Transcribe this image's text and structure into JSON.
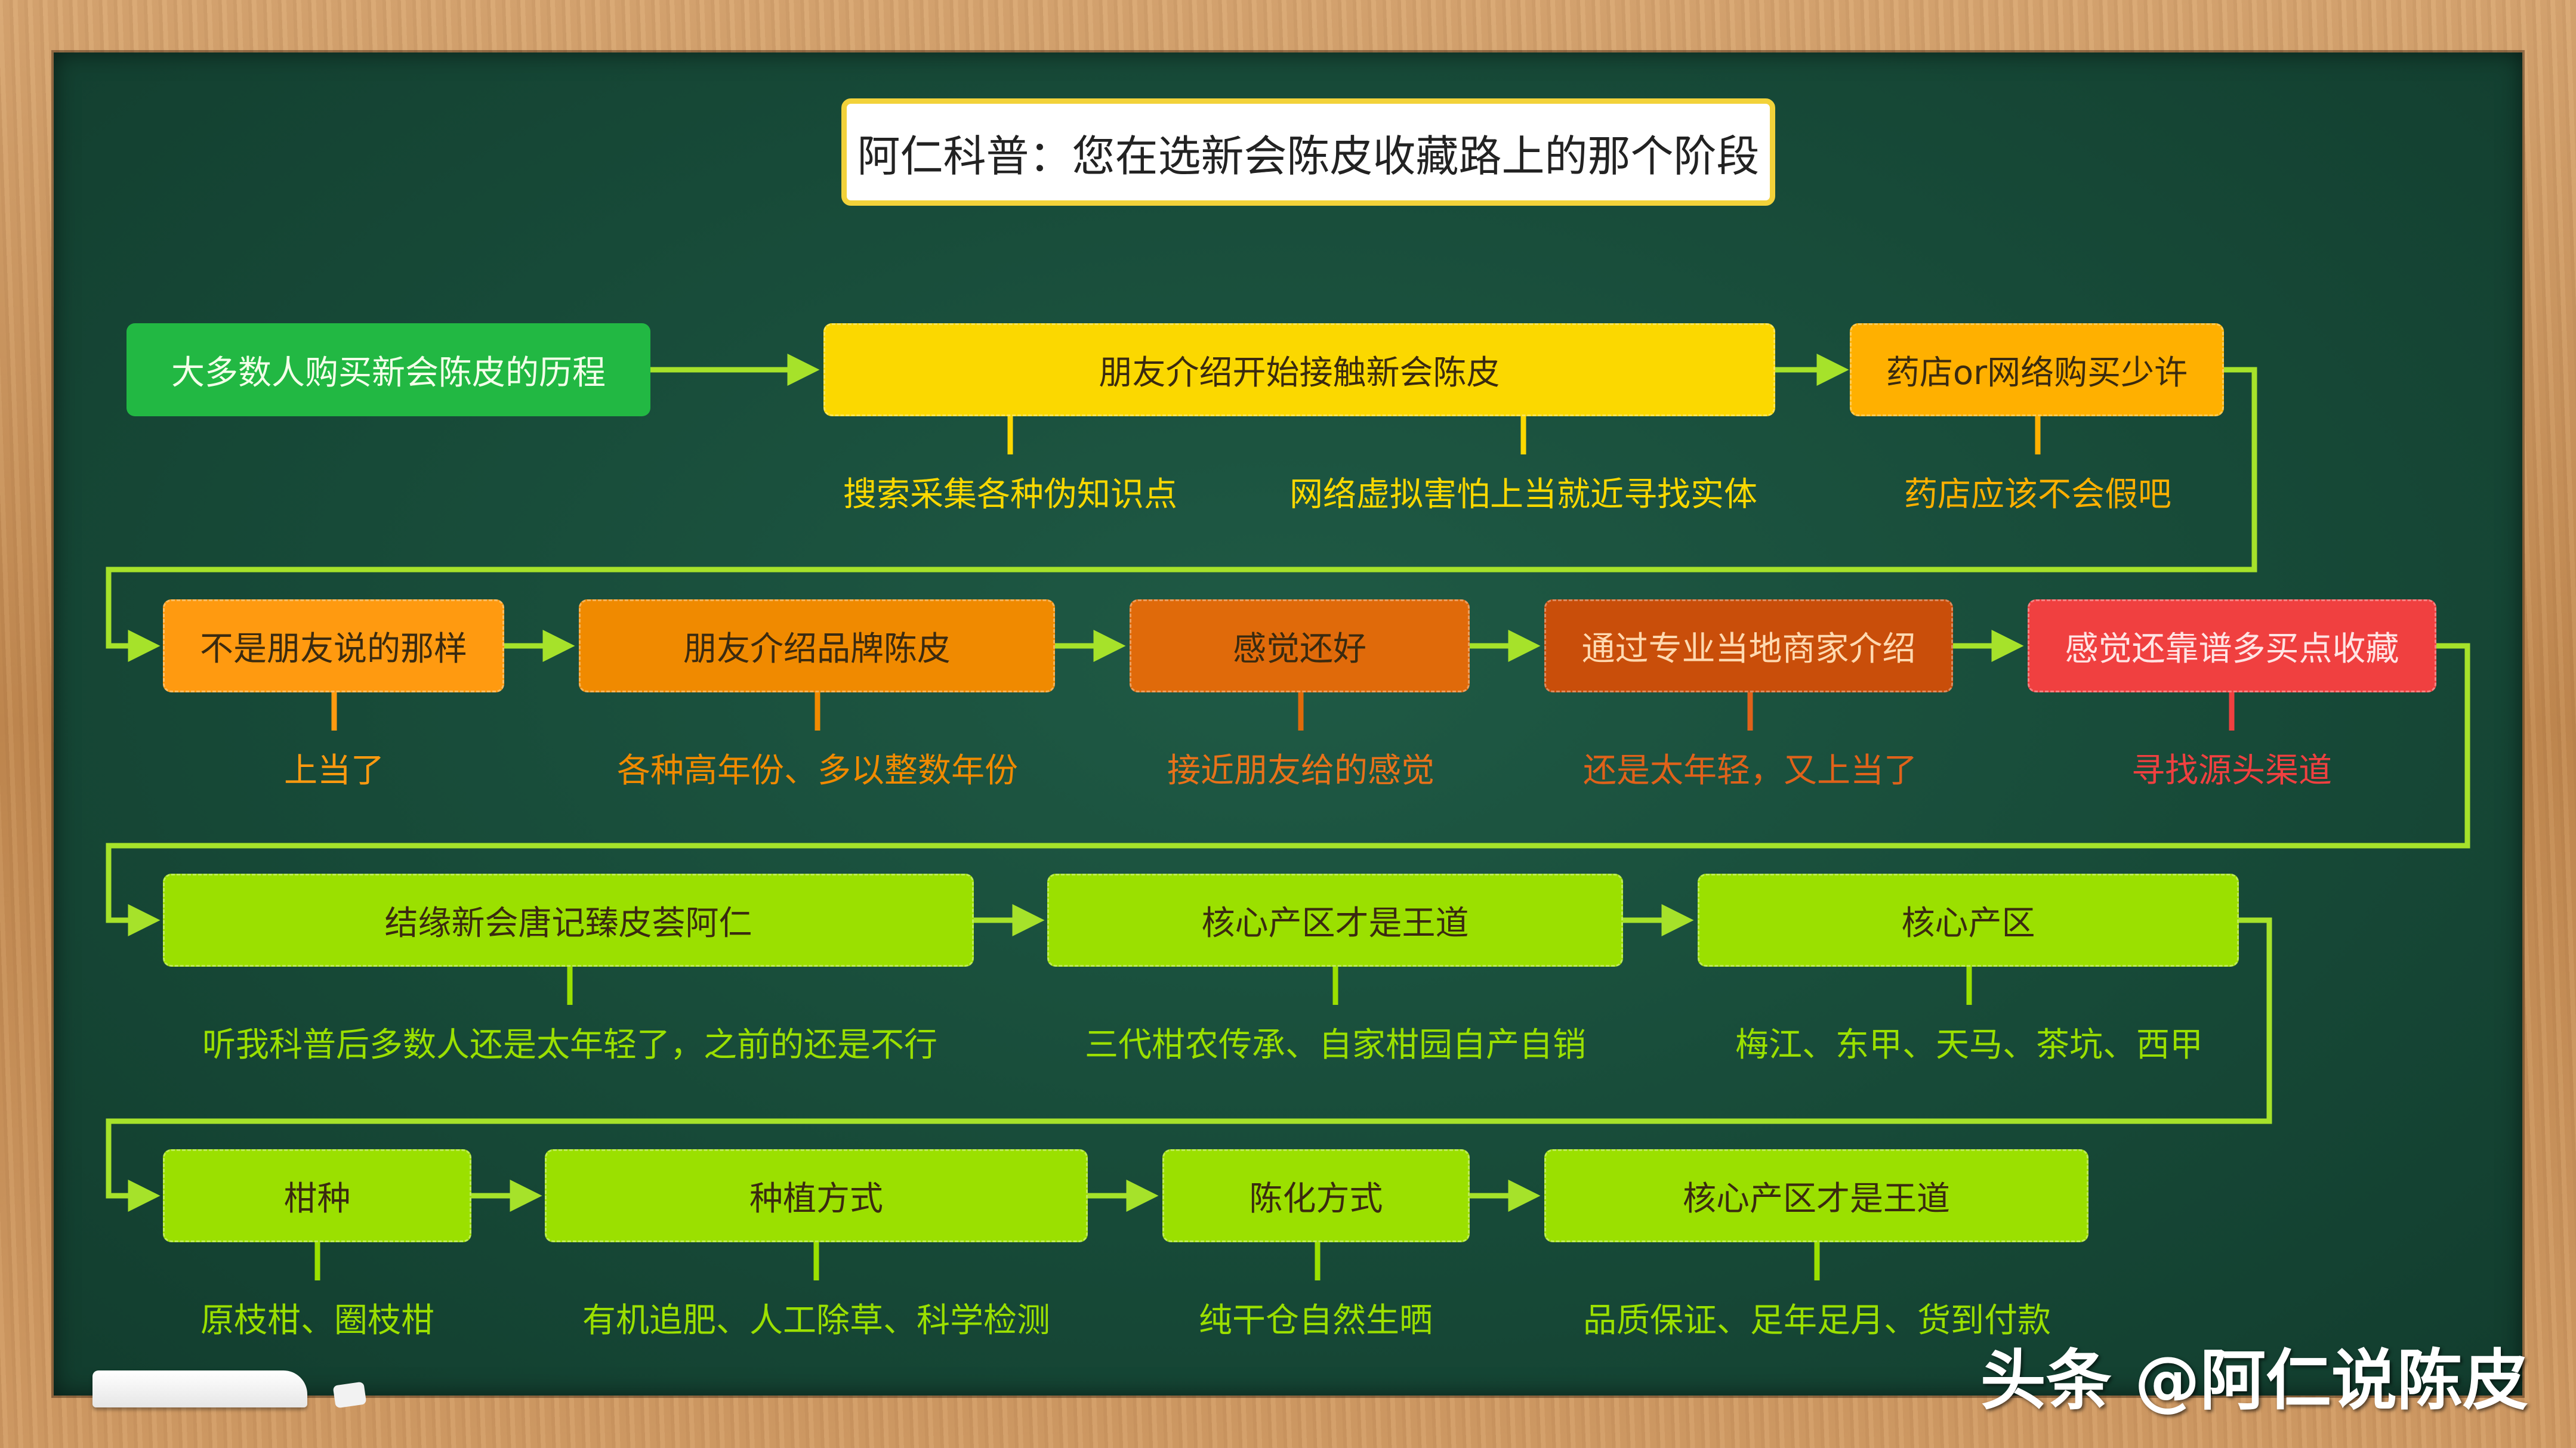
{
  "title": "阿仁科普：您在选新会陈皮收藏路上的那个阶段",
  "colors": {
    "green": "#22b843",
    "yellow": "#fbd800",
    "gold": "#ffb000",
    "orange_light": "#ff9a10",
    "orange": "#f08a00",
    "orange_dark": "#e06a0a",
    "rust": "#c94e0a",
    "red": "#f04040",
    "lime": "#9be000",
    "arrow": "#a6e22a"
  },
  "rows": [
    {
      "boxes": [
        {
          "label": "大多数人购买新会陈皮的历程",
          "color": "green",
          "sub": null
        },
        {
          "label": "朋友介绍开始接触新会陈皮",
          "color": "yellow",
          "subs": [
            "搜索采集各种伪知识点",
            "网络虚拟害怕上当就近寻找实体"
          ]
        },
        {
          "label": "药店or网络购买少许",
          "color": "gold",
          "subs": [
            "药店应该不会假吧"
          ]
        }
      ]
    },
    {
      "boxes": [
        {
          "label": "不是朋友说的那样",
          "color": "orange_light",
          "subs": [
            "上当了"
          ]
        },
        {
          "label": "朋友介绍品牌陈皮",
          "color": "orange",
          "subs": [
            "各种高年份、多以整数年份"
          ]
        },
        {
          "label": "感觉还好",
          "color": "orange_dark",
          "subs": [
            "接近朋友给的感觉"
          ]
        },
        {
          "label": "通过专业当地商家介绍",
          "color": "rust",
          "subs": [
            "还是太年轻，又上当了"
          ]
        },
        {
          "label": "感觉还靠谱多买点收藏",
          "color": "red",
          "subs": [
            "寻找源头渠道"
          ]
        }
      ]
    },
    {
      "boxes": [
        {
          "label": "结缘新会唐记臻皮荟阿仁",
          "color": "lime",
          "subs": [
            "听我科普后多数人还是太年轻了，之前的还是不行"
          ]
        },
        {
          "label": "核心产区才是王道",
          "color": "lime",
          "subs": [
            "三代柑农传承、自家柑园自产自销"
          ]
        },
        {
          "label": "核心产区",
          "color": "lime",
          "subs": [
            "梅江、东甲、天马、茶坑、西甲"
          ]
        }
      ]
    },
    {
      "boxes": [
        {
          "label": "柑种",
          "color": "lime",
          "subs": [
            "原枝柑、圈枝柑"
          ]
        },
        {
          "label": "种植方式",
          "color": "lime",
          "subs": [
            "有机追肥、人工除草、科学检测"
          ]
        },
        {
          "label": "陈化方式",
          "color": "lime",
          "subs": [
            "纯干仓自然生晒"
          ]
        },
        {
          "label": "核心产区才是王道",
          "color": "lime",
          "subs": [
            "品质保证、足年足月、货到付款"
          ]
        }
      ]
    }
  ],
  "watermark": "头条 @阿仁说陈皮"
}
